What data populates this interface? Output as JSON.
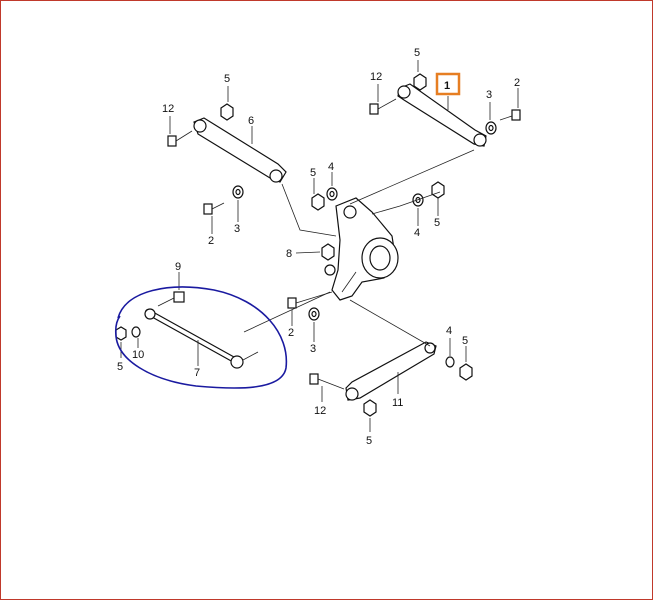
{
  "diagram": {
    "callouts": {
      "c5_top_right": "5",
      "c12_top_right": "12",
      "c1_highlight": "1",
      "c2_top_right": "2",
      "c3_top_right": "3",
      "c5_top_left": "5",
      "c12_top_left": "12",
      "c6": "6",
      "c5_mid": "5",
      "c4_mid": "4",
      "c2_left": "2",
      "c3_left": "3",
      "c4_right": "4",
      "c5_right": "5",
      "c8": "8",
      "c9": "9",
      "c5_lower_left": "5",
      "c10": "10",
      "c7": "7",
      "c2_lower": "2",
      "c3_lower": "3",
      "c4_lower_right": "4",
      "c5_lower_right": "5",
      "c12_bottom": "12",
      "c11": "11",
      "c5_bottom": "5"
    },
    "colors": {
      "highlight_box": "#e67e22",
      "circle_annotation": "#1a1aa0",
      "frame_border": "#c0392b",
      "line_art": "#111111"
    }
  }
}
